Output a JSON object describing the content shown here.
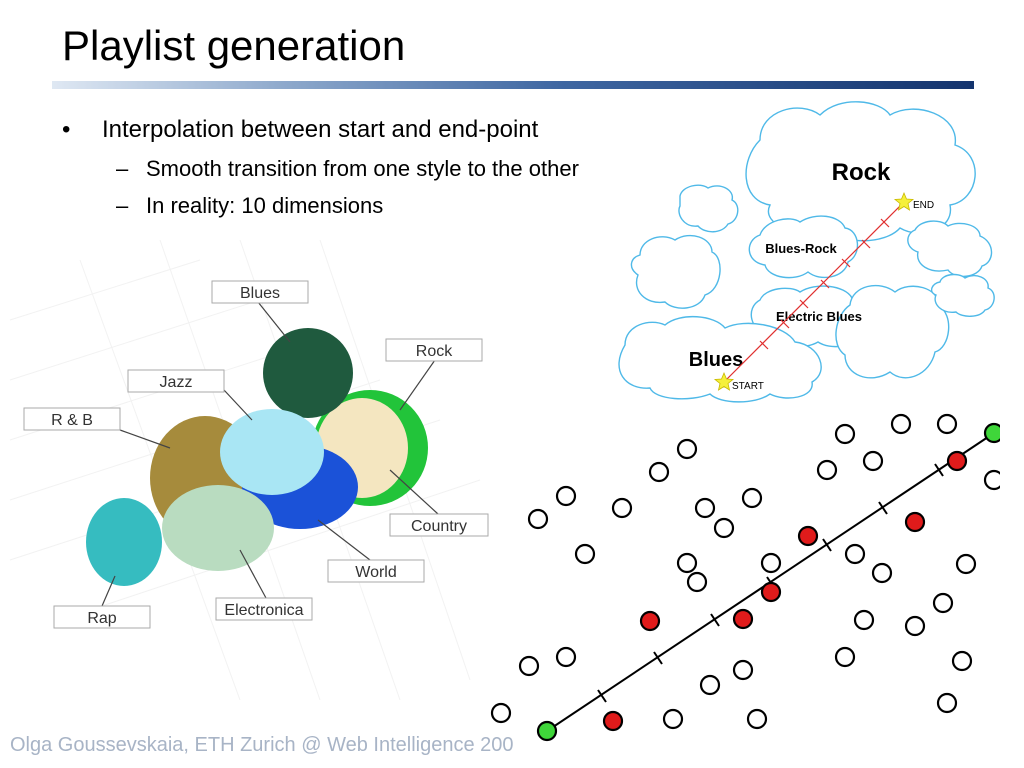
{
  "title": "Playlist generation",
  "bullets": [
    {
      "text": "Interpolation between start and end-point"
    }
  ],
  "subbullets": [
    {
      "text": "Smooth transition from one style to the other"
    },
    {
      "text": "In reality: 10 dimensions"
    }
  ],
  "bullet_char": "•",
  "dash_char": "–",
  "genre_map": {
    "labels": {
      "blues": "Blues",
      "jazz": "Jazz",
      "rnb": "R & B",
      "rock": "Rock",
      "country": "Country",
      "world": "World",
      "electronica": "Electronica",
      "rap": "Rap"
    },
    "colors": {
      "blues": "#1f5a3e",
      "jazz": "#a68b3c",
      "rnb": "#a68b3c",
      "rock_ring": "#22c43a",
      "country": "#f4e6c0",
      "world": "#1b52d8",
      "electronica": "#b9dcc0",
      "rap": "#36bcc0",
      "jazz_cyan": "#a9e6f4"
    }
  },
  "cloud_diagram": {
    "rock": "Rock",
    "blues_rock": "Blues-Rock",
    "electric_blues": "Electric Blues",
    "blues": "Blues",
    "end": "END",
    "start": "START",
    "cloud_outline_color": "#4fb9e8",
    "path_color": "#e03030",
    "star_color": "#f5f03a"
  },
  "point_field": {
    "hollow_color": "#000000",
    "selected_color": "#e01b1b",
    "endpoint_color": "#3fd63a"
  },
  "footer": "Olga Goussevskaia, ETH Zurich @ Web Intelligence 200"
}
